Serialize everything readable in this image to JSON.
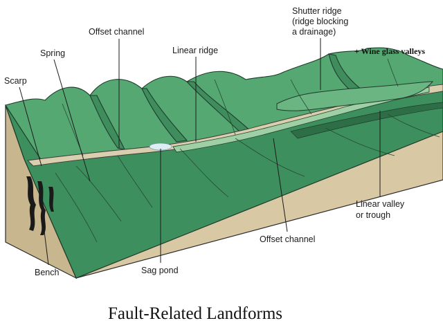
{
  "labels": {
    "shutter_ridge_line1": "Shutter ridge",
    "shutter_ridge_line2": "(ridge blocking",
    "shutter_ridge_line3": "a drainage)",
    "wine_glass": "+ Wine glass valleys",
    "offset_channel_top": "Offset channel",
    "linear_ridge": "Linear ridge",
    "spring": "Spring",
    "scarp": "Scarp",
    "linear_valley_line1": "Linear valley",
    "linear_valley_line2": "or trough",
    "offset_channel_bottom": "Offset channel",
    "sag_pond": "Sag pond",
    "bench": "Bench"
  },
  "caption": "Fault-Related Landforms",
  "colors": {
    "terrain_green": "#3e8f5e",
    "terrain_light_green": "#56a873",
    "terrain_dark_green": "#2d6e47",
    "fault_zone": "#d9cfae",
    "sag_pond_water": "#dbeef4",
    "block_front": "#d8c8a4",
    "block_side": "#c6b48c",
    "fissure": "#1a1a1a"
  }
}
